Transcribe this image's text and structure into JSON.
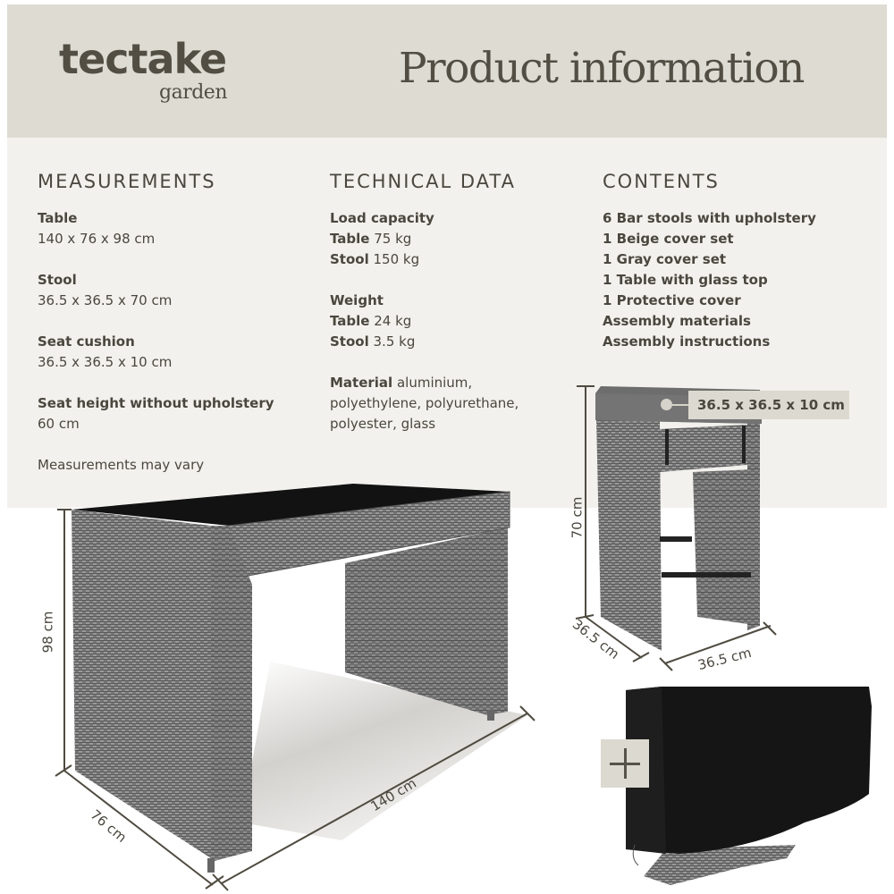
{
  "header": {
    "brand": "tectake",
    "brand_sub": "garden",
    "title": "Product information"
  },
  "measurements": {
    "heading": "MEASUREMENTS",
    "items": [
      {
        "label": "Table",
        "value": "140 x 76 x 98 cm"
      },
      {
        "label": "Stool",
        "value": "36.5 x 36.5 x 70 cm"
      },
      {
        "label": "Seat cushion",
        "value": "36.5 x 36.5 x 10 cm"
      },
      {
        "label": "Seat height without upholstery",
        "value": "60 cm"
      }
    ],
    "note": "Measurements may vary"
  },
  "technical_data": {
    "heading": "TECHNICAL DATA",
    "load_capacity": {
      "label": "Load capacity",
      "table_label": "Table",
      "table_value": "75 kg",
      "stool_label": "Stool",
      "stool_value": "150 kg"
    },
    "weight": {
      "label": "Weight",
      "table_label": "Table",
      "table_value": "24 kg",
      "stool_label": "Stool",
      "stool_value": "3.5 kg"
    },
    "material": {
      "label": "Material",
      "line1": "aluminium,",
      "line2": "polyethylene, polyurethane,",
      "line3": "polyester, glass"
    }
  },
  "contents": {
    "heading": "CONTENTS",
    "items": [
      "6 Bar stools with upholstery",
      "1 Beige cover set",
      "1 Gray cover set",
      "1 Table with glass top",
      "1 Protective cover",
      "Assembly materials",
      "Assembly instructions"
    ]
  },
  "table_dimensions": {
    "height": "98 cm",
    "depth": "76 cm",
    "width": "140 cm"
  },
  "stool_dimensions": {
    "height": "70 cm",
    "depth": "36.5 cm",
    "width": "36.5 cm",
    "cushion_callout": "36.5 x 36.5 x 10 cm"
  },
  "cover": {
    "expand_icon": "plus-icon"
  },
  "colors": {
    "header_bg": "#dedbd3",
    "panel_bg": "#f2f1ed",
    "text": "#4a473e",
    "accent_box": "#dcd9d0"
  }
}
